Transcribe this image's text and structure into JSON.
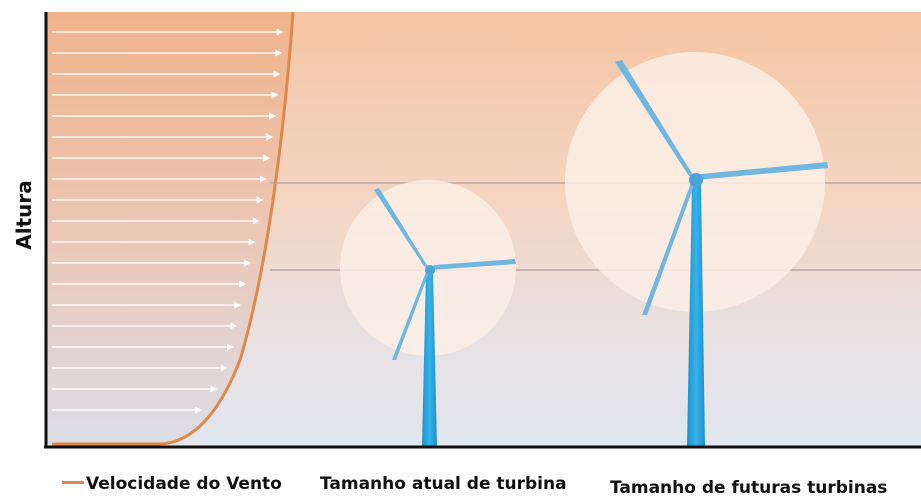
{
  "axis": {
    "ylabel": "Altura"
  },
  "legend": {
    "wind_speed": "Velocidade do Vento",
    "current_turbine": "Tamanho atual de turbina",
    "future_turbine": "Tamanho de futuras turbinas"
  },
  "colors": {
    "wind_curve": "#e0874a",
    "turbine": "#29a8e0",
    "turbine_blade": "#6fb6e0",
    "sky_top": "#f6c7a7",
    "sky_bottom": "#e2e6ee"
  }
}
